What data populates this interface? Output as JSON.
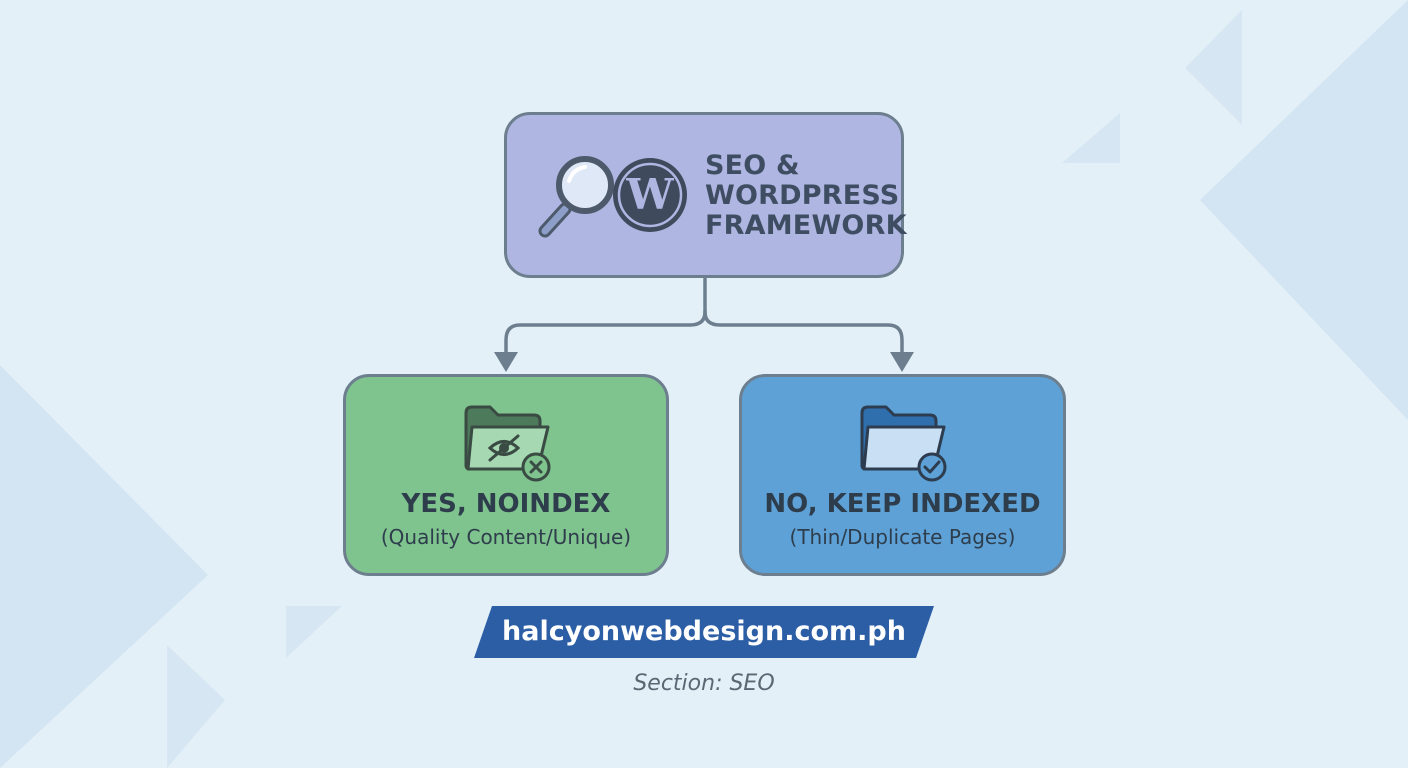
{
  "diagram": {
    "root": {
      "title_lines": [
        "SEO &",
        "WORDPRESS",
        "FRAMEWORK"
      ],
      "icons": [
        "magnifying-glass-icon",
        "wordpress-logo-icon"
      ]
    },
    "branches": [
      {
        "title": "YES, NOINDEX",
        "subtitle": "(Quality Content/Unique)",
        "icon": "hidden-folder-x-icon",
        "color": "#7fc38e"
      },
      {
        "title": "NO, KEEP INDEXED",
        "subtitle": "(Thin/Duplicate Pages)",
        "icon": "folder-check-icon",
        "color": "#5ea1d6"
      }
    ],
    "connector_color": "#6d7f8f"
  },
  "footer": {
    "url": "halcyonwebdesign.com.ph",
    "url_banner_color": "#2c5ea6",
    "section": "Section: SEO"
  },
  "colors": {
    "background": "#e4f0f8",
    "root_fill": "#aeb6e1",
    "text_dark": "#2e3d4c"
  }
}
